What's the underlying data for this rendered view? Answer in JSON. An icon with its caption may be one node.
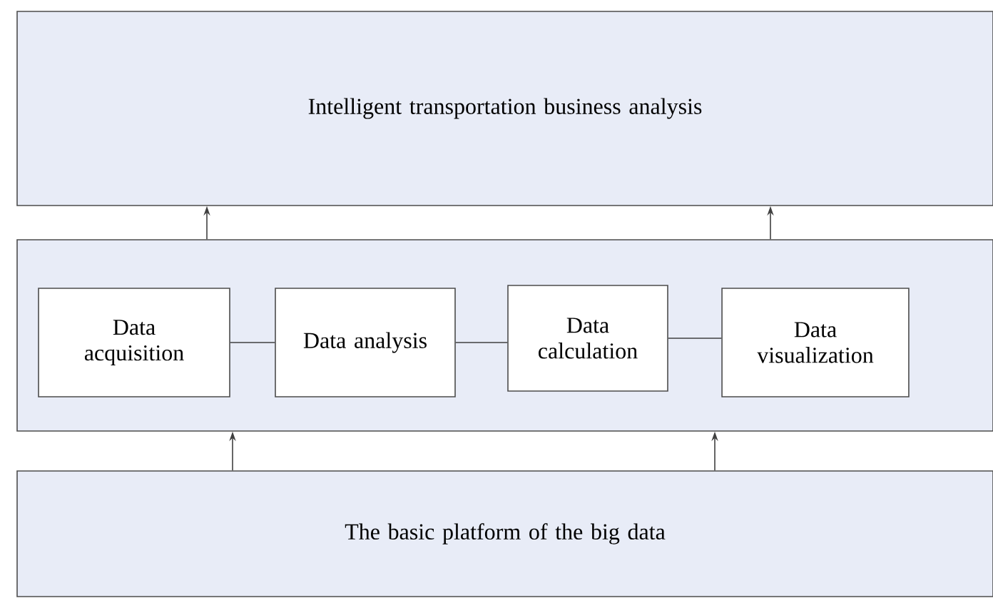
{
  "diagram": {
    "nodes": [
      {
        "text": [
          "Intelligent transportation business analysis"
        ]
      },
      {
        "text": [],
        "shape": "box"
      },
      {
        "text": [
          "Data acquisition"
        ],
        "in": 1
      },
      {
        "text": [
          "Data analysis"
        ],
        "in": 1
      },
      {
        "text": [
          "Data calculation"
        ],
        "in": 1
      },
      {
        "text": [
          "Data visualization"
        ],
        "in": 1
      },
      {
        "text": [
          "The basic platform of the big data"
        ]
      }
    ],
    "edges": [
      {
        "from": 1,
        "to": 0,
        "arrow": "to"
      },
      {
        "from": 1,
        "to": 0,
        "arrow": "to"
      },
      {
        "from": 2,
        "to": 3,
        "arrow": "none"
      },
      {
        "from": 3,
        "to": 4,
        "arrow": "none"
      },
      {
        "from": 4,
        "to": 5,
        "arrow": "none"
      },
      {
        "from": 6,
        "to": 1,
        "arrow": "to"
      },
      {
        "from": 6,
        "to": 1,
        "arrow": "to"
      }
    ]
  }
}
